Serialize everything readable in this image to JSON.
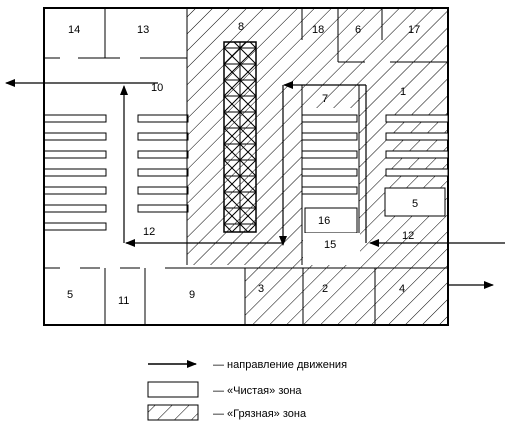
{
  "rooms": {
    "r14": "14",
    "r13": "13",
    "r8": "8",
    "r18": "18",
    "r6": "6",
    "r17": "17",
    "r10": "10",
    "r7": "7",
    "r1": "1",
    "r16": "16",
    "r5a": "5",
    "r12a": "12",
    "r15": "15",
    "r12b": "12",
    "r5b": "5",
    "r11": "11",
    "r9": "9",
    "r3": "3",
    "r2": "2",
    "r4": "4"
  },
  "legend": {
    "direction": "— направление движения",
    "clean": "— «Чистая» зона",
    "dirty": "— «Грязная» зона"
  }
}
